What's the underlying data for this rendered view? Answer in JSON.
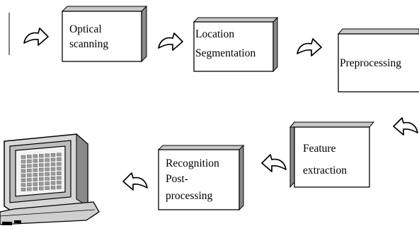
{
  "steps": {
    "optical_scanning": [
      "Optical",
      "scanning"
    ],
    "location_segmentation": [
      "Location",
      "Segmentation"
    ],
    "preprocessing": [
      "Preprocessing"
    ],
    "feature_extraction": [
      "Feature",
      "extraction"
    ],
    "recognition_postprocessing": [
      "Recognition",
      "Post-",
      "processing"
    ]
  },
  "icons": {
    "flow_arrow": "curved-arrow-icon",
    "output": "computer-monitor-icon"
  },
  "colors": {
    "stroke": "#000000",
    "face": "#ffffff",
    "side": "#8a8a8a",
    "top": "#c8c8c8"
  }
}
